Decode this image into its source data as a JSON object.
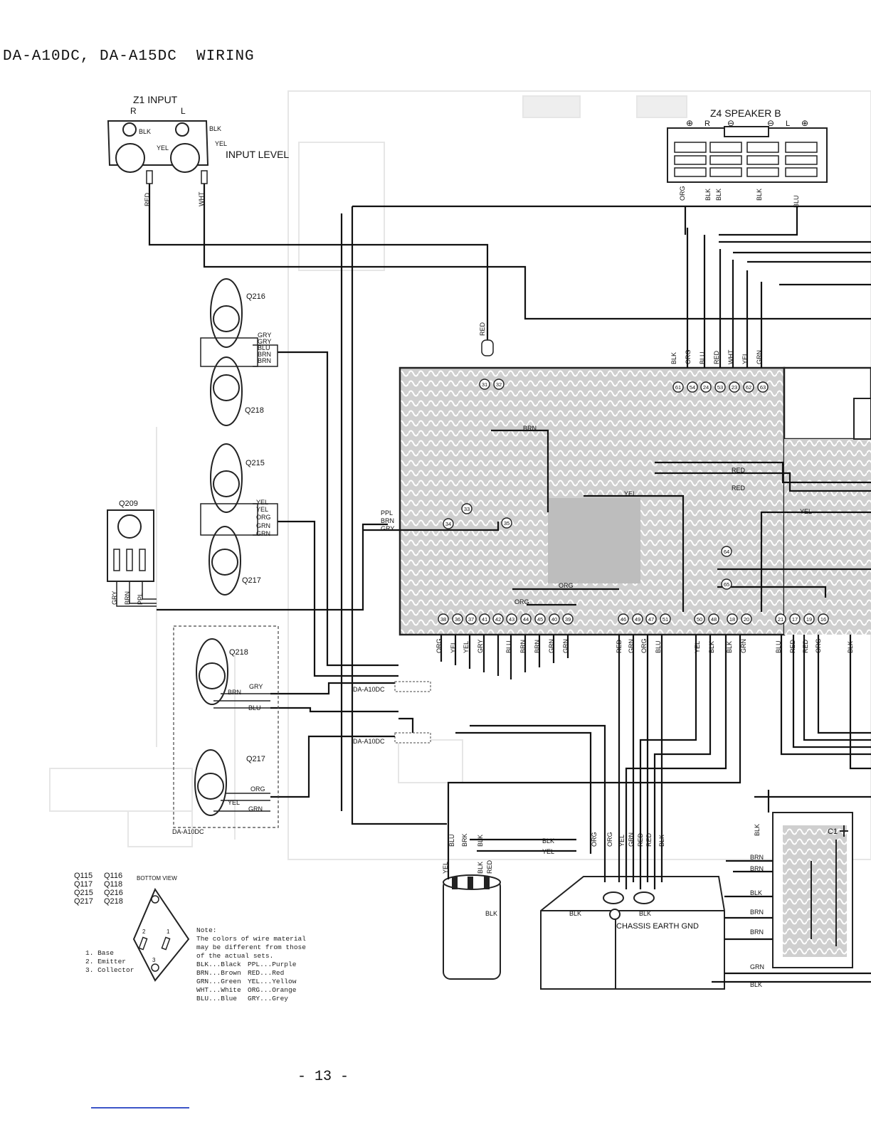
{
  "page": {
    "title": "DA-A10DC, DA-A15DC  WIRING",
    "page_number": "- 13 -"
  },
  "components": {
    "z1": {
      "label": "Z1 INPUT",
      "r": "R",
      "l": "L",
      "input_level": "INPUT LEVEL"
    },
    "z4": {
      "label": "Z4 SPEAKER B",
      "plus": "⊕",
      "minus": "⊖",
      "r": "R",
      "l": "L"
    },
    "q216": "Q216",
    "q218": "Q218",
    "q215": "Q215",
    "q217": "Q217",
    "q209": "Q209",
    "q218b": "Q218",
    "q217b": "Q217",
    "variant_box": "DA-A10DC",
    "variant_tag1": "DA-A10DC",
    "variant_tag2": "DA-A10DC",
    "c1": "C1",
    "chassis": "CHASSIS EARTH\nGND"
  },
  "wire_labels": {
    "z1": [
      "BLK",
      "YEL",
      "BLK",
      "YEL",
      "RED",
      "WHT"
    ],
    "z4": [
      "ORG",
      "BLK",
      "BLK",
      "BLK",
      "BLU"
    ],
    "q216": [
      "GRY",
      "GRY",
      "BLU",
      "BRN",
      "BRN"
    ],
    "q215": [
      "YEL",
      "YEL",
      "ORG",
      "GRN",
      "GRN"
    ],
    "q209": [
      "GRY",
      "BRN",
      "PPL"
    ],
    "ppl_group": [
      "PPL",
      "BRN",
      "GRY"
    ],
    "q218b": [
      "GRY",
      "BRN",
      "BLU"
    ],
    "q217b": [
      "ORG",
      "YEL",
      "GRN"
    ],
    "top_right": [
      "BLK",
      "ORG",
      "BLU",
      "RED",
      "WHT",
      "YEL",
      "GRN"
    ],
    "red_top": "RED",
    "board": [
      "BRN",
      "RED",
      "RED",
      "YEL",
      "YEL",
      "ORG",
      "ORG"
    ],
    "bottom_row": [
      "ORG",
      "YEL",
      "YEL",
      "GRY",
      "BLU",
      "BRN",
      "BRN",
      "GRN",
      "GRN",
      "RED",
      "GRN",
      "ORG",
      "BLU",
      "YEL",
      "BLK",
      "BLK",
      "GRN",
      "BLU",
      "RED",
      "RED",
      "ORG",
      "BLK"
    ],
    "lower": [
      "BLU",
      "BRK",
      "BLK",
      "YEL",
      "BLK",
      "RED",
      "BLK",
      "YEL",
      "BLK",
      "ORG",
      "ORG",
      "YEL",
      "GRN",
      "RED",
      "RED",
      "BLK",
      "BLK",
      "BLK"
    ],
    "c1_block": [
      "BLK",
      "BRN",
      "BRN",
      "BLK",
      "BRN",
      "BRN",
      "GRN",
      "BLK"
    ]
  },
  "terminals": {
    "top": [
      "61",
      "54",
      "24",
      "53",
      "23",
      "62",
      "63"
    ],
    "input": [
      "31",
      "32"
    ],
    "mid": [
      "33",
      "34",
      "35"
    ],
    "side": [
      "64",
      "65"
    ],
    "bottom": [
      "38",
      "36",
      "37",
      "41",
      "42",
      "43",
      "44",
      "45",
      "40",
      "39",
      "46",
      "49",
      "47",
      "51",
      "50",
      "48",
      "18",
      "20",
      "21",
      "17",
      "19",
      "16"
    ]
  },
  "pinout": {
    "groups": [
      "Q115",
      "Q116",
      "Q117",
      "Q118",
      "Q215",
      "Q216",
      "Q217",
      "Q218"
    ],
    "view": "BOTTOM VIEW",
    "pins": [
      "1. Base",
      "2. Emitter",
      "3. Collector"
    ],
    "pin_numbers": [
      "2",
      "1",
      "3"
    ]
  },
  "note": {
    "heading": "Note:",
    "text": [
      "The colors of wire material",
      "may be different from those",
      "of the actual sets."
    ],
    "colors": [
      [
        "BLK...Black",
        "PPL...Purple"
      ],
      [
        "BRN...Brown",
        "RED...Red"
      ],
      [
        "GRN...Green",
        "YEL...Yellow"
      ],
      [
        "WHT...White",
        "ORG...Orange"
      ],
      [
        "BLU...Blue",
        "GRY...Grey"
      ]
    ]
  }
}
